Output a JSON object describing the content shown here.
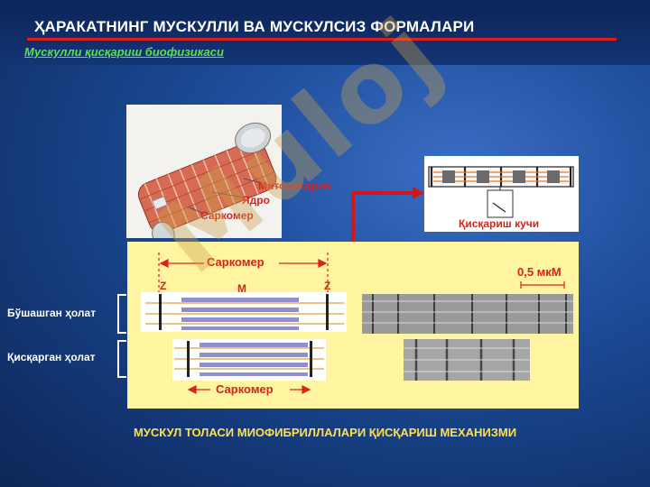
{
  "header": {
    "title": "ҲАРАКАТНИНГ МУСКУЛЛИ ВА МУСКУЛСИЗ ФОРМАЛАРИ",
    "subtitle": "Мускулли қисқариш биофизикаси"
  },
  "muscle_figure": {
    "labels": {
      "mitochondria": "Митохондрия",
      "nucleus": "Ядро",
      "sarcomere": "Саркомер"
    }
  },
  "force_figure": {
    "caption": "Қисқариш кучи"
  },
  "sarcomere_panel": {
    "top_sarcomere_label": "Саркомер",
    "bottom_sarcomere_label": "Саркомер",
    "z_left": "Z",
    "m_label": "M",
    "z_right": "Z",
    "scale_label": "0,5 мкМ"
  },
  "states": {
    "relaxed": "Бўшашган ҳолат",
    "contracted": "Қисқарган ҳолат"
  },
  "watermark": "Muloj",
  "footer": {
    "caption": "МУСКУЛ ТОЛАСИ МИОФИБРИЛЛАЛАРИ ҚИСҚАРИШ МЕХАНИЗМИ"
  },
  "colors": {
    "accent_red": "#d9231b",
    "subtitle_green": "#59e24a",
    "caption_yellow": "#ffe14a",
    "panel_yellow": "#fff4a0"
  }
}
